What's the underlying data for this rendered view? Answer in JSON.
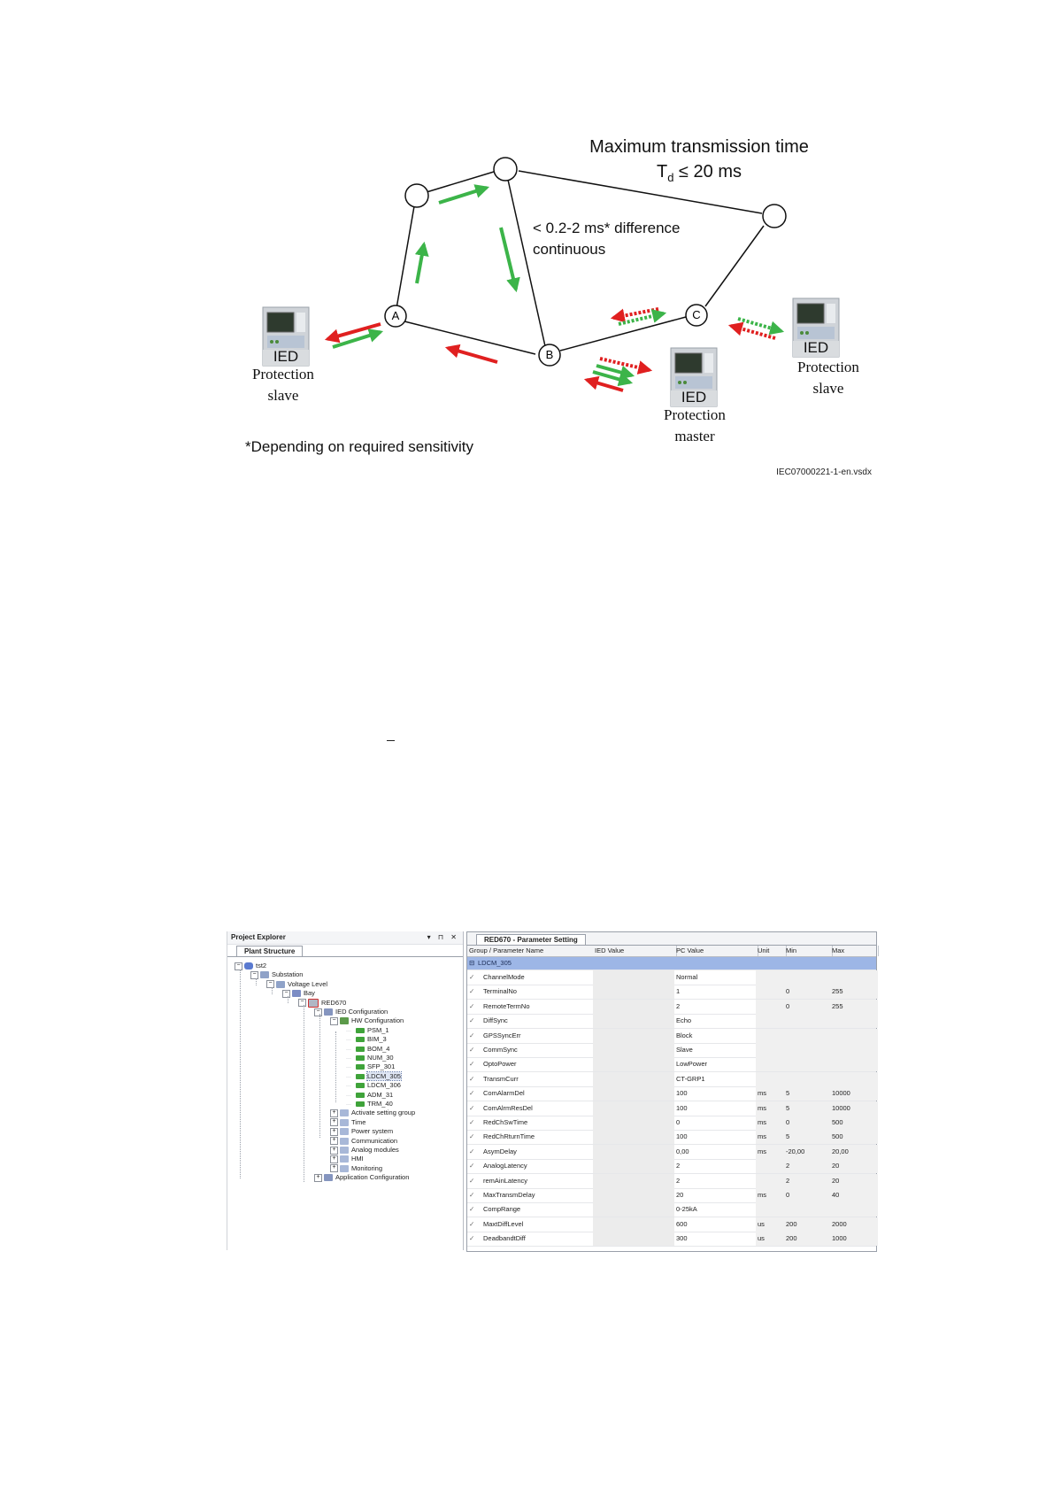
{
  "figure": {
    "title_line1": "Maximum transmission time",
    "title_line2_main": "T",
    "title_line2_sub": "d",
    "title_line2_rest": " ≤ 20 ms",
    "diff_line1": "< 0.2-2 ms* difference",
    "diff_line2": "continuous",
    "nodes": {
      "a": "A",
      "b": "B",
      "c": "C"
    },
    "ied_label": "IED",
    "slave_left_1": "Protection",
    "slave_left_2": "slave",
    "slave_right_1": "Protection",
    "slave_right_2": "slave",
    "master_1": "Protection",
    "master_2": "master",
    "footnote": "*Depending on required sensitivity",
    "file_id": "IEC07000221-1-en.vsdx",
    "colors": {
      "green": "#3cb449",
      "red": "#e02020"
    }
  },
  "project_explorer": {
    "title": "Project Explorer",
    "controls": "▾ ⊓ ✕",
    "tab": "Plant Structure",
    "tree": [
      {
        "label": "tst2",
        "depth": 0,
        "icon": "db",
        "exp": "−"
      },
      {
        "label": "Substation",
        "depth": 1,
        "icon": "sub",
        "exp": "−"
      },
      {
        "label": "Voltage Level",
        "depth": 2,
        "icon": "sub",
        "exp": "−"
      },
      {
        "label": "Bay",
        "depth": 3,
        "icon": "bay",
        "exp": "−"
      },
      {
        "label": "RED670",
        "depth": 4,
        "icon": "ied",
        "exp": "−"
      },
      {
        "label": "IED Configuration",
        "depth": 5,
        "icon": "cfg",
        "exp": "−"
      },
      {
        "label": "HW Configuration",
        "depth": 6,
        "icon": "hw",
        "exp": "−"
      },
      {
        "label": "PSM_1",
        "depth": 7,
        "icon": "fn",
        "exp": ""
      },
      {
        "label": "BIM_3",
        "depth": 7,
        "icon": "fn",
        "exp": ""
      },
      {
        "label": "BOM_4",
        "depth": 7,
        "icon": "fn",
        "exp": ""
      },
      {
        "label": "NUM_30",
        "depth": 7,
        "icon": "fn",
        "exp": ""
      },
      {
        "label": "SFP_301",
        "depth": 7,
        "icon": "fn",
        "exp": ""
      },
      {
        "label": "LDCM_305",
        "depth": 7,
        "icon": "fn",
        "exp": "",
        "selected": true
      },
      {
        "label": "LDCM_306",
        "depth": 7,
        "icon": "fn",
        "exp": ""
      },
      {
        "label": "ADM_31",
        "depth": 7,
        "icon": "fn",
        "exp": ""
      },
      {
        "label": "TRM_40",
        "depth": 7,
        "icon": "fn",
        "exp": ""
      },
      {
        "label": "Activate setting group",
        "depth": 6,
        "icon": "grp",
        "exp": "+"
      },
      {
        "label": "Time",
        "depth": 6,
        "icon": "grp",
        "exp": "+"
      },
      {
        "label": "Power system",
        "depth": 6,
        "icon": "grp",
        "exp": "+"
      },
      {
        "label": "Communication",
        "depth": 6,
        "icon": "grp",
        "exp": "+"
      },
      {
        "label": "Analog modules",
        "depth": 6,
        "icon": "grp",
        "exp": "+"
      },
      {
        "label": "HMI",
        "depth": 6,
        "icon": "grp",
        "exp": "+"
      },
      {
        "label": "Monitoring",
        "depth": 6,
        "icon": "grp",
        "exp": "+"
      },
      {
        "label": "Application Configuration",
        "depth": 5,
        "icon": "cfg",
        "exp": "+"
      }
    ]
  },
  "parameter_setting": {
    "tab": "RED670 - Parameter Setting",
    "headers": {
      "name": "Group / Parameter Name",
      "ied": "IED Value",
      "pc": "PC Value",
      "unit": "Unit",
      "min": "Min",
      "max": "Max"
    },
    "group": "LDCM_305",
    "rows": [
      {
        "name": "ChannelMode",
        "pc": "Normal",
        "unit": "",
        "min": "",
        "max": ""
      },
      {
        "name": "TerminalNo",
        "pc": "1",
        "unit": "",
        "min": "0",
        "max": "255"
      },
      {
        "name": "RemoteTermNo",
        "pc": "2",
        "unit": "",
        "min": "0",
        "max": "255"
      },
      {
        "name": "DiffSync",
        "pc": "Echo",
        "unit": "",
        "min": "",
        "max": ""
      },
      {
        "name": "GPSSyncErr",
        "pc": "Block",
        "unit": "",
        "min": "",
        "max": ""
      },
      {
        "name": "CommSync",
        "pc": "Slave",
        "unit": "",
        "min": "",
        "max": ""
      },
      {
        "name": "OptoPower",
        "pc": "LowPower",
        "unit": "",
        "min": "",
        "max": ""
      },
      {
        "name": "TransmCurr",
        "pc": "CT-GRP1",
        "unit": "",
        "min": "",
        "max": ""
      },
      {
        "name": "ComAlarmDel",
        "pc": "100",
        "unit": "ms",
        "min": "5",
        "max": "10000"
      },
      {
        "name": "ComAlrmResDel",
        "pc": "100",
        "unit": "ms",
        "min": "5",
        "max": "10000"
      },
      {
        "name": "RedChSwTime",
        "pc": "0",
        "unit": "ms",
        "min": "0",
        "max": "500"
      },
      {
        "name": "RedChRturnTime",
        "pc": "100",
        "unit": "ms",
        "min": "5",
        "max": "500"
      },
      {
        "name": "AsymDelay",
        "pc": "0,00",
        "unit": "ms",
        "min": "-20,00",
        "max": "20,00"
      },
      {
        "name": "AnalogLatency",
        "pc": "2",
        "unit": "",
        "min": "2",
        "max": "20"
      },
      {
        "name": "remAinLatency",
        "pc": "2",
        "unit": "",
        "min": "2",
        "max": "20"
      },
      {
        "name": "MaxTransmDelay",
        "pc": "20",
        "unit": "ms",
        "min": "0",
        "max": "40"
      },
      {
        "name": "CompRange",
        "pc": "0-25kA",
        "unit": "",
        "min": "",
        "max": ""
      },
      {
        "name": "MaxtDiffLevel",
        "pc": "600",
        "unit": "us",
        "min": "200",
        "max": "2000"
      },
      {
        "name": "DeadbandtDiff",
        "pc": "300",
        "unit": "us",
        "min": "200",
        "max": "1000"
      }
    ]
  }
}
